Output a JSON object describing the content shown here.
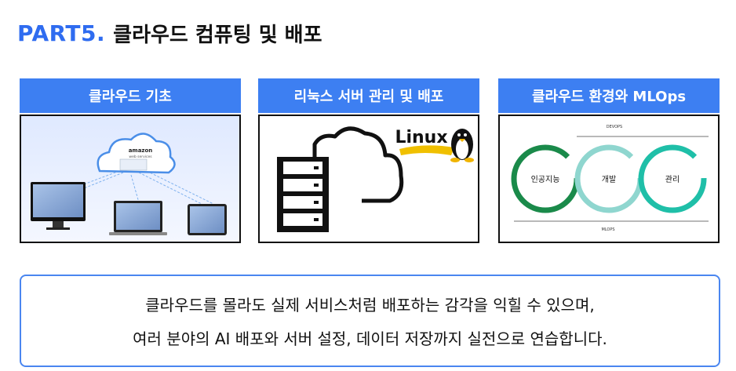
{
  "header": {
    "part": "PART5.",
    "title": "클라우드 컴퓨팅 및 배포"
  },
  "cards": [
    {
      "caption": "클라우드 기초",
      "cloud_label_1": "amazon",
      "cloud_label_2": "web services"
    },
    {
      "caption": "리눅스 서버 관리 및 배포",
      "brand": "Linux"
    },
    {
      "caption": "클라우드 환경와 MLOps",
      "top_label": "DEVOPS",
      "bottom_label": "MLOPS",
      "cycle": [
        "인공지능",
        "개발",
        "관리"
      ]
    }
  ],
  "note": {
    "line1": "클라우드를 몰라도 실제 서비스처럼 배포하는 감각을 익힐 수 있으며,",
    "line2": "여러 분야의 AI  배포와 서버 설정, 데이터 저장까지 실전으로 연습합니다."
  },
  "colors": {
    "accent": "#2f6cf0",
    "caption_bg": "#3d7ff2",
    "ring_green": "#1a8a4a",
    "ring_cyan": "#8fd6cf",
    "ring_teal": "#1fbfa8"
  }
}
